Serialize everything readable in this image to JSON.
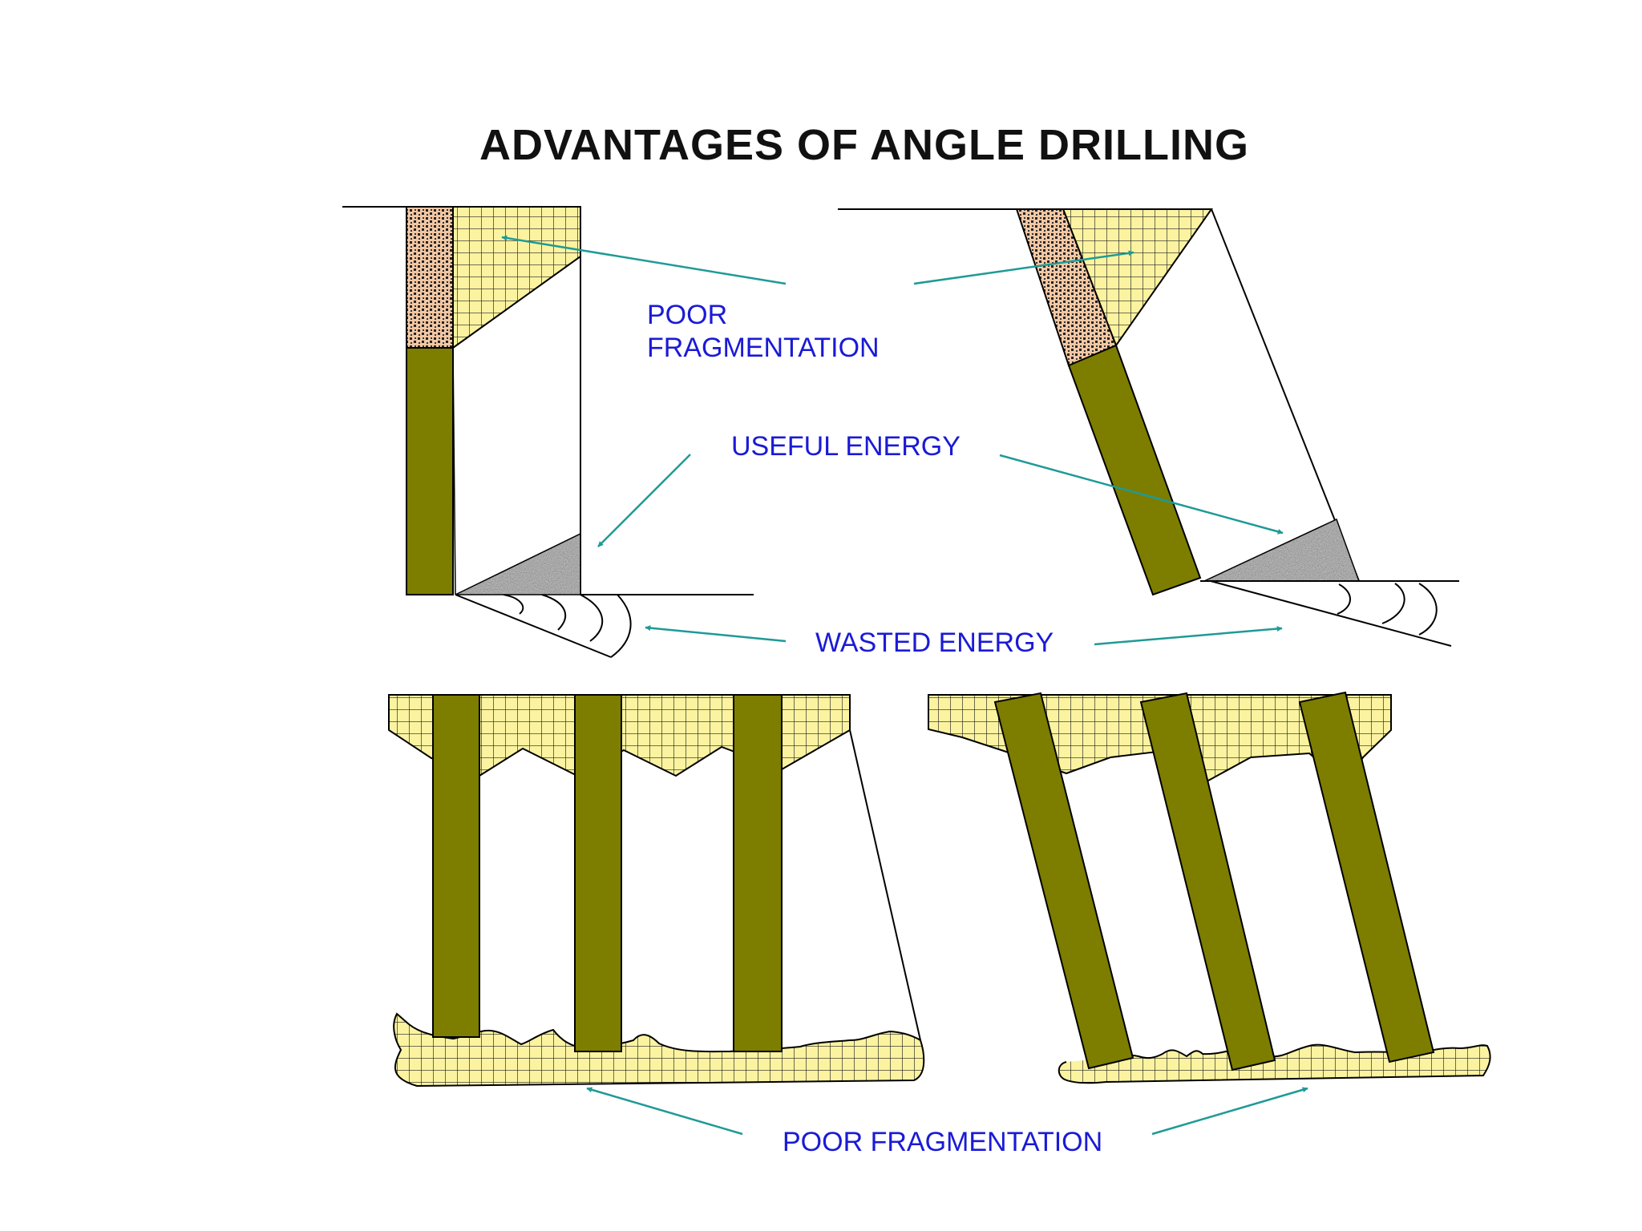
{
  "title": "ADVANTAGES OF ANGLE DRILLING",
  "labels": {
    "poor_fragmentation_top_line1": "POOR",
    "poor_fragmentation_top_line2": "FRAGMENTATION",
    "useful_energy": "USEFUL ENERGY",
    "wasted_energy": "WASTED ENERGY",
    "poor_fragmentation_bottom": "POOR FRAGMENTATION"
  },
  "colors": {
    "stemming_grid_fill": "#fbf3a0",
    "grid_line": "#222222",
    "explosive_column": "#7d7d00",
    "stemming_plug": "#f2c7a3",
    "useful_energy_rock": "#9a9a9a",
    "arrow": "#1f9a96",
    "label_text": "#1a1ad6",
    "title_text": "#111111"
  }
}
